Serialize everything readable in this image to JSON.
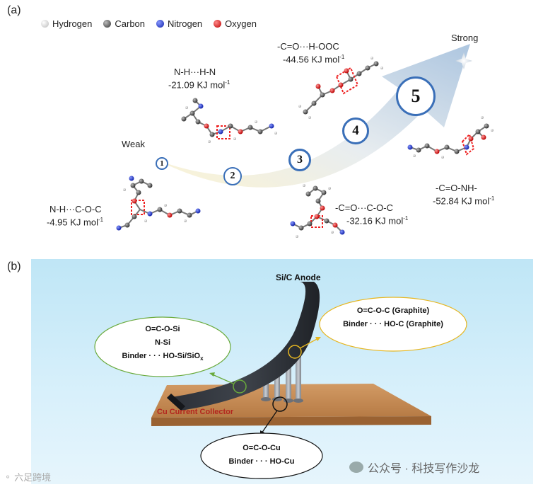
{
  "panel_a": {
    "label": "(a)",
    "legend": [
      {
        "name": "Hydrogen",
        "color": "#e6e6e6",
        "icon": "hydrogen-sphere-icon"
      },
      {
        "name": "Carbon",
        "color": "#555555",
        "icon": "carbon-sphere-icon"
      },
      {
        "name": "Nitrogen",
        "color": "#2233cc",
        "icon": "nitrogen-sphere-icon"
      },
      {
        "name": "Oxygen",
        "color": "#dd1111",
        "icon": "oxygen-sphere-icon"
      }
    ],
    "weak_label": "Weak",
    "strong_label": "Strong",
    "steps": [
      "1",
      "2",
      "3",
      "4",
      "5"
    ],
    "interactions": [
      {
        "bond": "N-H···C-O-C",
        "energy": "-4.95 KJ mol",
        "exp": "-1"
      },
      {
        "bond": "N-H···H-N",
        "energy": "-21.09 KJ mol",
        "exp": "-1"
      },
      {
        "bond": "-C=O···C-O-C",
        "energy": "-32.16 KJ mol",
        "exp": "-1"
      },
      {
        "bond": "-C=O···H-OOC",
        "energy": "-44.56 KJ mol",
        "exp": "-1"
      },
      {
        "bond": "-C=O-NH-",
        "energy": "-52.84 KJ mol",
        "exp": "-1"
      }
    ]
  },
  "panel_b": {
    "label": "(b)",
    "anode_label": "Si/C Anode",
    "collector_label": "Cu Current Collector",
    "green_box": {
      "line1": "O=C-O-Si",
      "line2": "N-Si",
      "line3_main": "Binder · · · HO-Si/SiO",
      "line3_sub": "x"
    },
    "yellow_box": {
      "line1": "O=C-O-C (Graphite)",
      "line2": "Binder · · · HO-C (Graphite)"
    },
    "black_box": {
      "line1": "O=C-O-Cu",
      "line2": "Binder · · · HO-Cu"
    }
  },
  "watermark": {
    "left": "六足跨境",
    "right": "公众号 · 科技写作沙龙"
  }
}
